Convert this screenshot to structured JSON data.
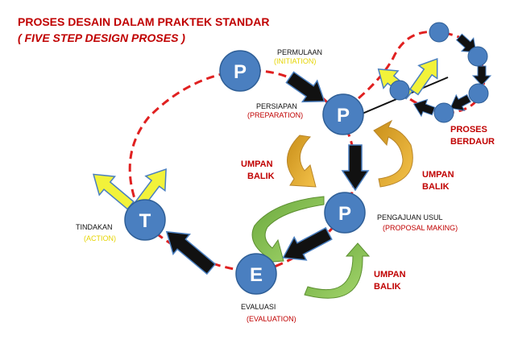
{
  "title": {
    "line1": "PROSES DESAIN DALAM PRAKTEK STANDAR",
    "line2": "( FIVE STEP DESIGN PROSES )"
  },
  "stages": [
    {
      "letter": "P",
      "name": "PERMULAAN",
      "english": "(INITIATION)"
    },
    {
      "letter": "P",
      "name": "PERSIAPAN",
      "english": "(PREPARATION)"
    },
    {
      "letter": "P",
      "name": "PENGAJUAN USUL",
      "english": "(PROPOSAL MAKING)"
    },
    {
      "letter": "E",
      "name": "EVALUASI",
      "english": "(EVALUATION)"
    },
    {
      "letter": "T",
      "name": "TINDAKAN",
      "english": "(ACTION)"
    }
  ],
  "feedback_labels": [
    {
      "line1": "UMPAN",
      "line2": "BALIK"
    },
    {
      "line1": "UMPAN",
      "line2": "BALIK"
    },
    {
      "line1": "UMPAN",
      "line2": "BALIK"
    }
  ],
  "recycle": {
    "line1": "PROSES",
    "line2": "BERDAUR"
  },
  "colors": {
    "node": "#4a7fc0",
    "node_stroke": "#2f5f97",
    "dashed_cycle": "#e02020",
    "progress_arrow": "#111111",
    "output_arrow": "#f2f23a",
    "feedback_orange": "#e8a82a",
    "feedback_green": "#7cbf4a",
    "text_red": "#c00000",
    "text_yellow": "#e6d400"
  }
}
